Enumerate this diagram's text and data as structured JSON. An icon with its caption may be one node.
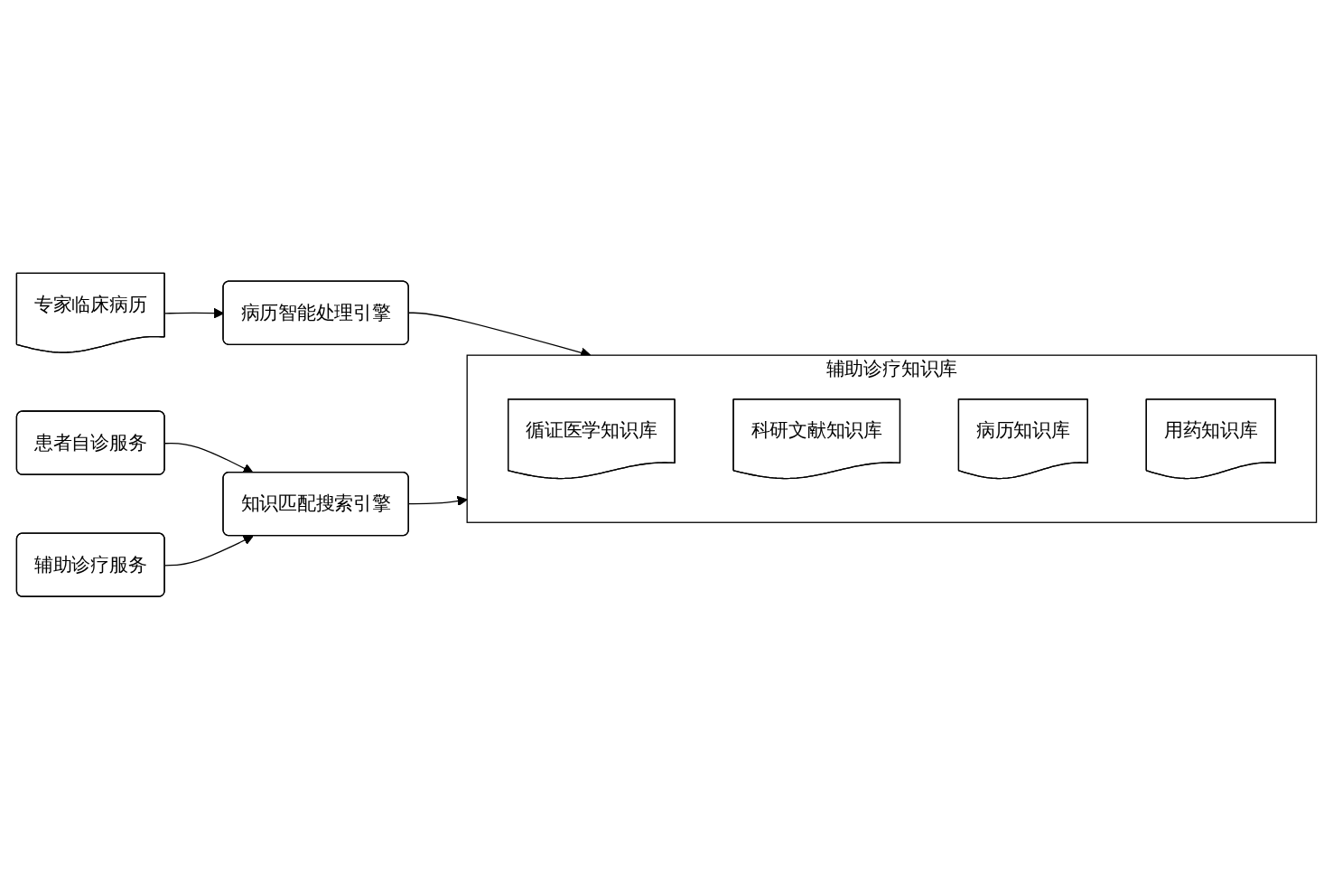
{
  "diagram": {
    "nodes": [
      {
        "text": [
          "专家临床病历"
        ]
      },
      {
        "text": [
          "病历智能处理引擎"
        ]
      },
      {
        "text": [
          "辅助诊疗知识库"
        ]
      },
      {
        "text": [
          "循证医学知识库"
        ],
        "in": 2
      },
      {
        "text": [
          "科研文献知识库"
        ],
        "in": 2
      },
      {
        "text": [
          "病历知识库"
        ],
        "in": 2
      },
      {
        "text": [
          "用药知识库"
        ],
        "in": 2
      },
      {
        "text": [
          "知识匹配搜索引擎"
        ]
      },
      {
        "text": [
          "患者自诊服务"
        ]
      },
      {
        "text": [
          "辅助诊疗服务"
        ]
      }
    ],
    "edges": [
      {
        "from": 0,
        "to": 1,
        "arrow": "to"
      },
      {
        "from": 1,
        "to": 2,
        "arrow": "to"
      },
      {
        "from": 7,
        "to": 2,
        "arrow": "to"
      },
      {
        "from": 8,
        "to": 7,
        "arrow": "to"
      },
      {
        "from": 9,
        "to": 7,
        "arrow": "to"
      }
    ]
  }
}
